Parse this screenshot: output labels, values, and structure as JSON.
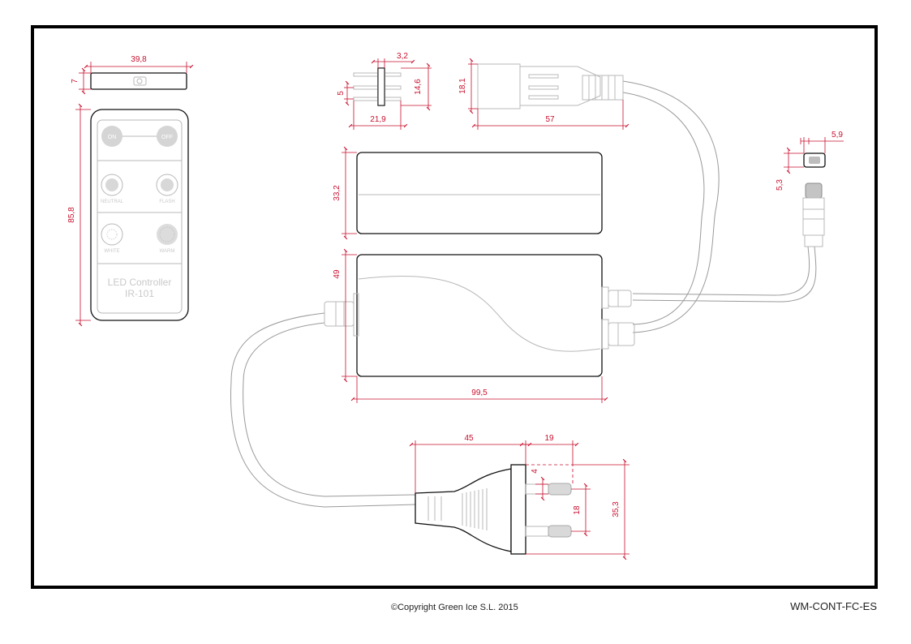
{
  "dimensions": {
    "remote_width": "39,8",
    "remote_thickness": "7",
    "remote_height": "85,8",
    "pin_connector_width": "3,2",
    "pin_connector_height": "14,6",
    "pin_spacing": "5",
    "pin_connector_length": "21,9",
    "output_connector_height": "18,1",
    "output_connector_length": "57",
    "ir_receiver_width": "5,9",
    "ir_receiver_height": "5,3",
    "controller_top_height": "33,2",
    "controller_height": "49",
    "controller_length": "99,5",
    "plug_body_length": "45",
    "plug_pin_length": "19",
    "plug_pin_diameter": "4",
    "plug_pin_spacing": "18",
    "plug_height": "35,3"
  },
  "remote": {
    "btn_on": "ON",
    "btn_off": "OFF",
    "btn_neutral": "NEUTRAL",
    "btn_flash": "FLASH",
    "btn_white": "WHITE",
    "btn_warm": "WARM",
    "model_line1": "LED Controller",
    "model_line2": "IR-101"
  },
  "footer": {
    "copyright": "©Copyright Green Ice S.L. 2015",
    "reference": "WM-CONT-FC-ES"
  }
}
